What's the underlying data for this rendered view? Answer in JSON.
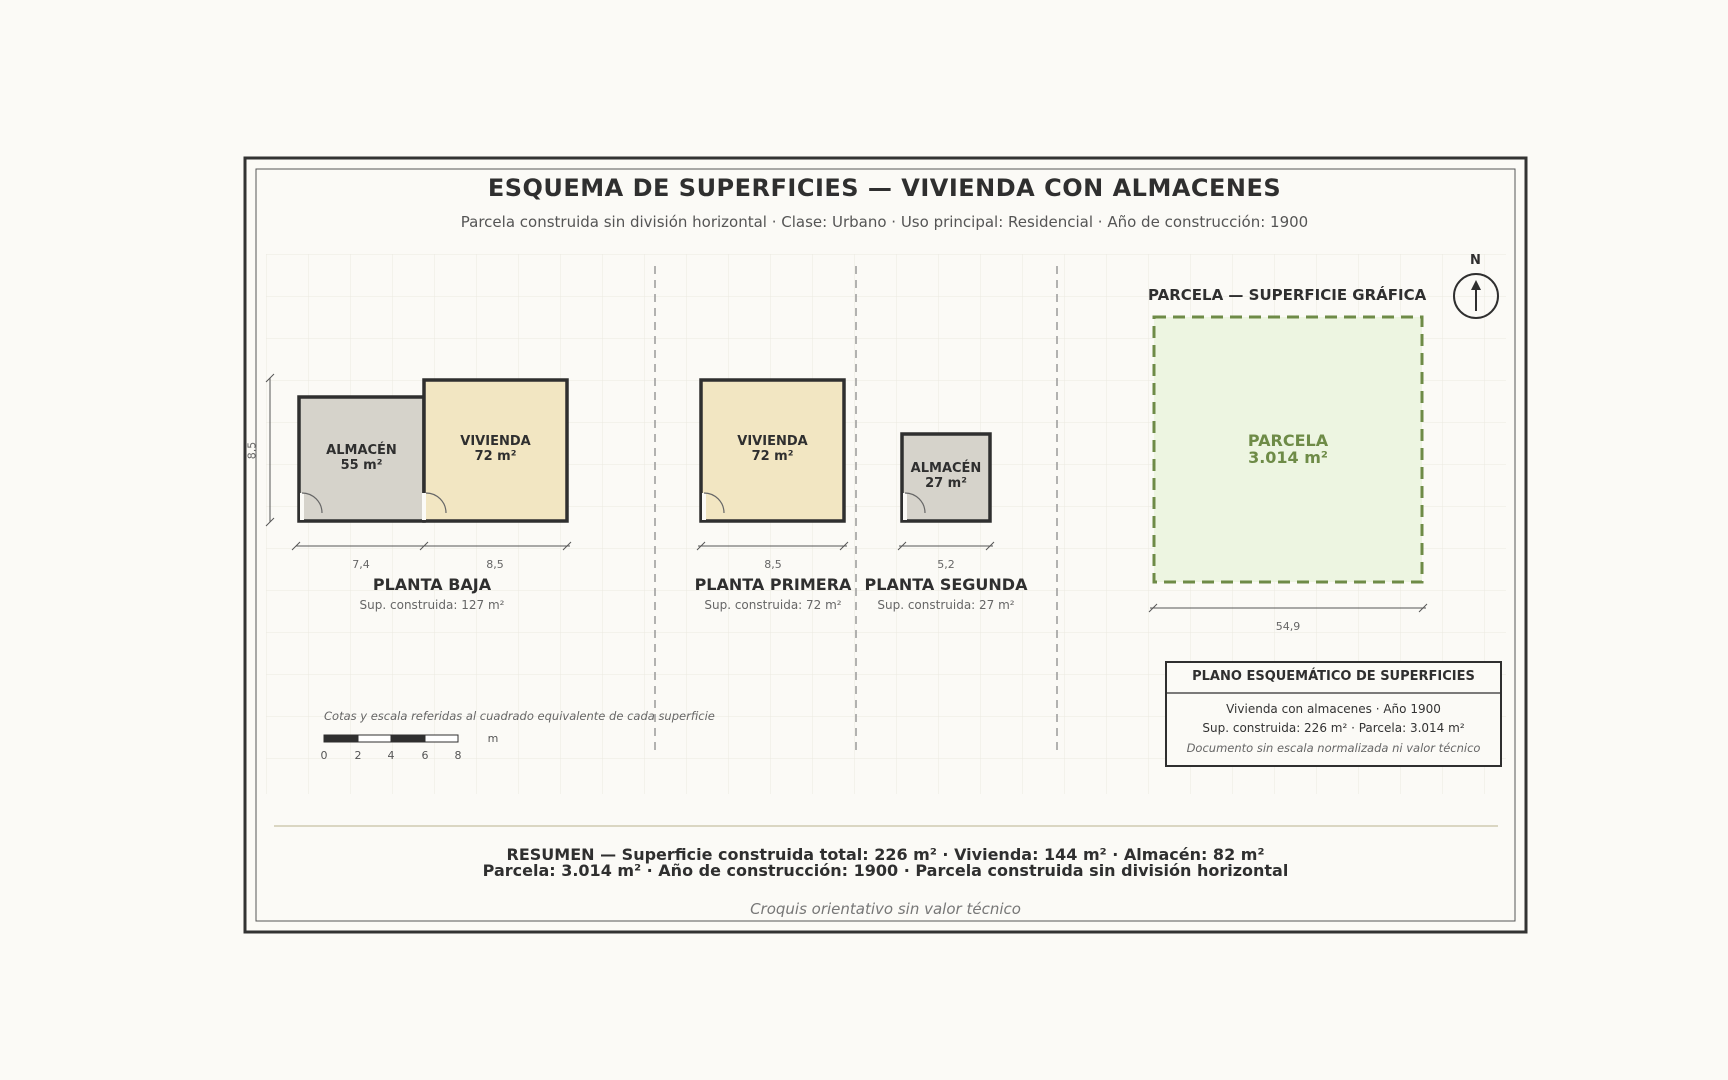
{
  "title": "ESQUEMA DE SUPERFICIES — VIVIENDA CON ALMACENES",
  "subtitle": "Parcela construida sin división horizontal · Clase: Urbano · Uso principal: Residencial · Año de construcción: 1900",
  "floors": [
    {
      "name": "PLANTA BAJA",
      "sup": "Sup. construida: 127 m²",
      "rooms": [
        {
          "name": "ALMACÉN",
          "area": "55 m²",
          "width_label": "7,4"
        },
        {
          "name": "VIVIENDA",
          "area": "72 m²",
          "width_label": "8,5"
        }
      ],
      "height_label": "8,5"
    },
    {
      "name": "PLANTA PRIMERA",
      "sup": "Sup. construida: 72 m²",
      "rooms": [
        {
          "name": "VIVIENDA",
          "area": "72 m²",
          "width_label": "8,5"
        }
      ]
    },
    {
      "name": "PLANTA SEGUNDA",
      "sup": "Sup. construida: 27 m²",
      "rooms": [
        {
          "name": "ALMACÉN",
          "area": "27 m²",
          "width_label": "5,2"
        }
      ]
    }
  ],
  "parcel": {
    "title": "PARCELA — SUPERFICIE GRÁFICA",
    "name": "PARCELA",
    "area": "3.014 m²",
    "width_label": "54,9"
  },
  "north_label": "N",
  "scale": {
    "note": "Cotas y escala referidas al cuadrado equivalente de cada superficie",
    "ticks": [
      "0",
      "2",
      "4",
      "6",
      "8"
    ],
    "unit": "m"
  },
  "cartouche": {
    "title": "PLANO ESQUEMÁTICO DE SUPERFICIES",
    "line1": "Vivienda con almacenes · Año 1900",
    "line2": "Sup. construida: 226 m² · Parcela: 3.014 m²",
    "line3": "Documento sin escala normalizada ni valor técnico"
  },
  "summary": {
    "line1": "RESUMEN — Superficie construida total: 226 m² · Vivienda: 144 m² · Almacén: 82 m²",
    "line2": "Parcela: 3.014 m² · Año de construcción: 1900 · Parcela construida sin división horizontal"
  },
  "footer": "Croquis orientativo sin valor técnico",
  "colors": {
    "almacen": "#d6d3cb",
    "vivienda": "#f2e6c2",
    "parcel_fill": "#edf5e1",
    "parcel_stroke": "#6e8b47",
    "wall": "#2f2f2f"
  }
}
